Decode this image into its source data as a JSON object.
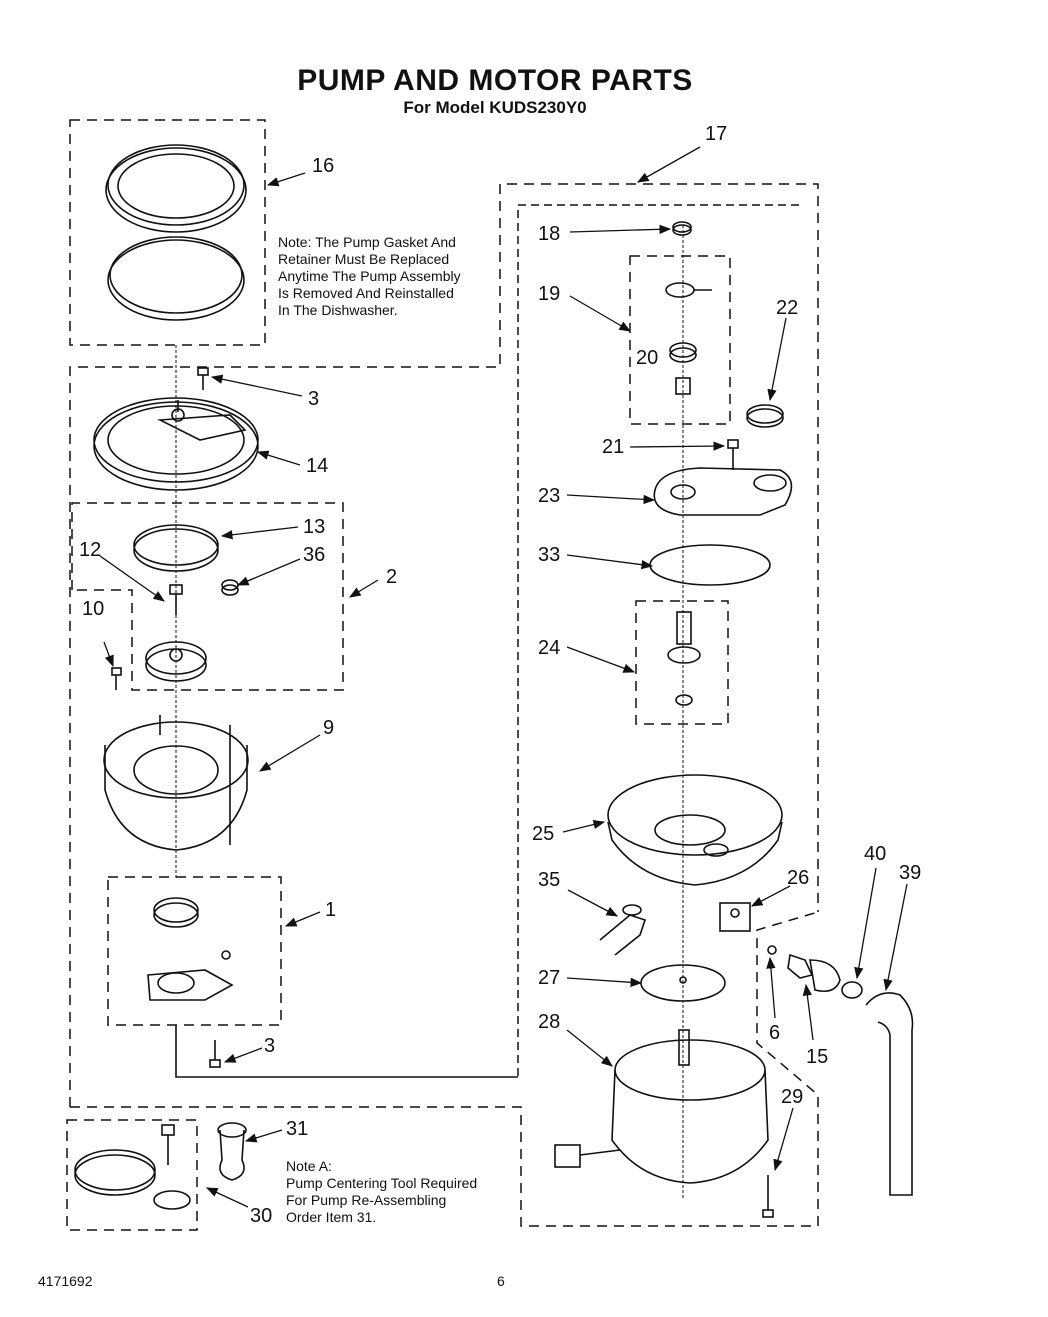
{
  "title": "PUMP AND MOTOR PARTS",
  "subtitle": "For Model KUDS230Y0",
  "note_gasket": "Note: The Pump Gasket   And\nRetainer Must Be Replaced\nAnytime The Pump Assembly\nIs  Removed And Reinstalled\nIn The Dishwasher.",
  "note_a": "Note A:\nPump Centering Tool Required\nFor Pump Re-Assembling\nOrder Item 31.",
  "doc_number": "4171692",
  "page_number": "6",
  "callouts": {
    "c1": "1",
    "c2": "2",
    "c3a": "3",
    "c3b": "3",
    "c6": "6",
    "c9": "9",
    "c10": "10",
    "c12": "12",
    "c13": "13",
    "c14": "14",
    "c15": "15",
    "c16": "16",
    "c17": "17",
    "c18": "18",
    "c19": "19",
    "c20": "20",
    "c21": "21",
    "c22": "22",
    "c23": "23",
    "c24": "24",
    "c25": "25",
    "c26": "26",
    "c27": "27",
    "c28": "28",
    "c29": "29",
    "c30": "30",
    "c31": "31",
    "c33": "33",
    "c35": "35",
    "c36": "36",
    "c39": "39",
    "c40": "40"
  }
}
